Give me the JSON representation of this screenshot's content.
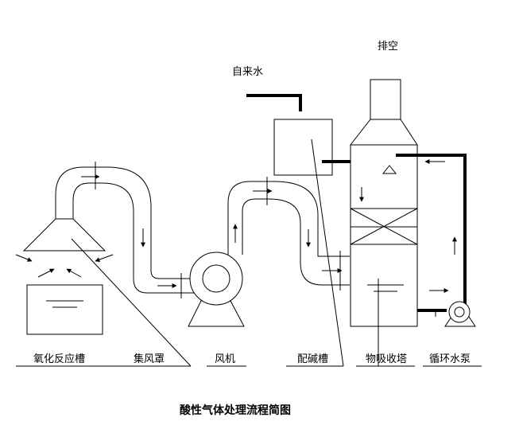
{
  "labels": {
    "oxidation_tank": "氧化反应槽",
    "hood": "集风罩",
    "fan": "风机",
    "alkali_tank": "配碱槽",
    "absorption_tower": "物吸收塔",
    "pump": "循环水泵",
    "tap_water": "自来水",
    "exhaust": "排空"
  },
  "title": "酸性气体处理流程简图"
}
